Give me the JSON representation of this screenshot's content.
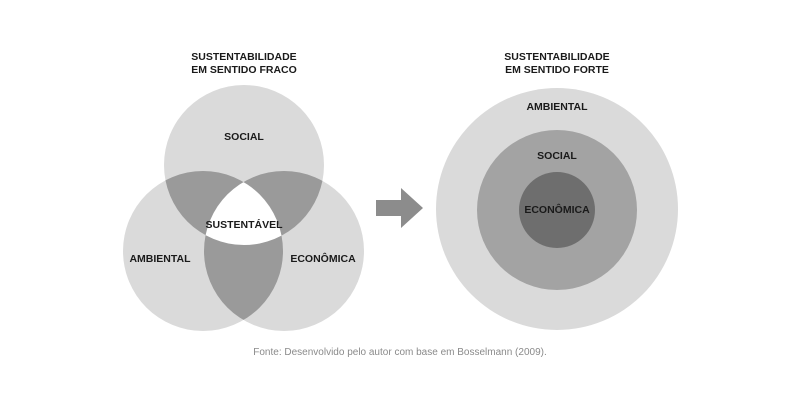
{
  "weak": {
    "title_line1": "SUSTENTABILIDADE",
    "title_line2": "EM SENTIDO FRACO",
    "social": "SOCIAL",
    "ambiental": "AMBIENTAL",
    "economica": "ECONÔMICA",
    "center": "SUSTENTÁVEL"
  },
  "strong": {
    "title_line1": "SUSTENTABILIDADE",
    "title_line2": "EM SENTIDO FORTE",
    "ambiental": "AMBIENTAL",
    "social": "SOCIAL",
    "economica": "ECONÔMICA"
  },
  "caption": "Fonte: Desenvolvido pelo autor com base em Bosselmann (2009).",
  "colors": {
    "light": "#dadada",
    "overlap": "#9a9a9a",
    "center": "#ffffff",
    "mid": "#a3a3a3",
    "dark": "#6e6e6e",
    "arrow": "#8c8c8c",
    "text": "#1a1a1a",
    "caption": "#8a8a8a"
  }
}
